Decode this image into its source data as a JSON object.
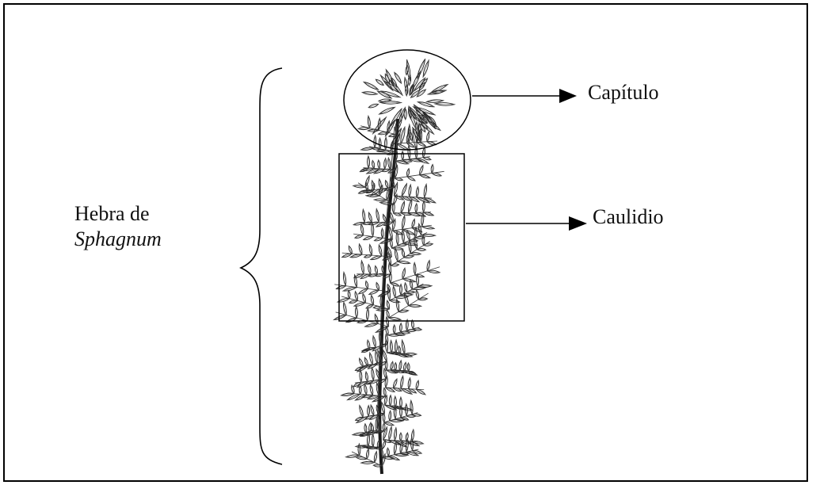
{
  "diagram": {
    "strand_label": {
      "line1": "Hebra de",
      "line2": "Sphagnum"
    },
    "callouts": [
      {
        "id": "capitulo",
        "label": "Capítulo"
      },
      {
        "id": "caulidio",
        "label": "Caulidio"
      }
    ],
    "colors": {
      "ink": "#000000",
      "background": "#ffffff"
    }
  }
}
